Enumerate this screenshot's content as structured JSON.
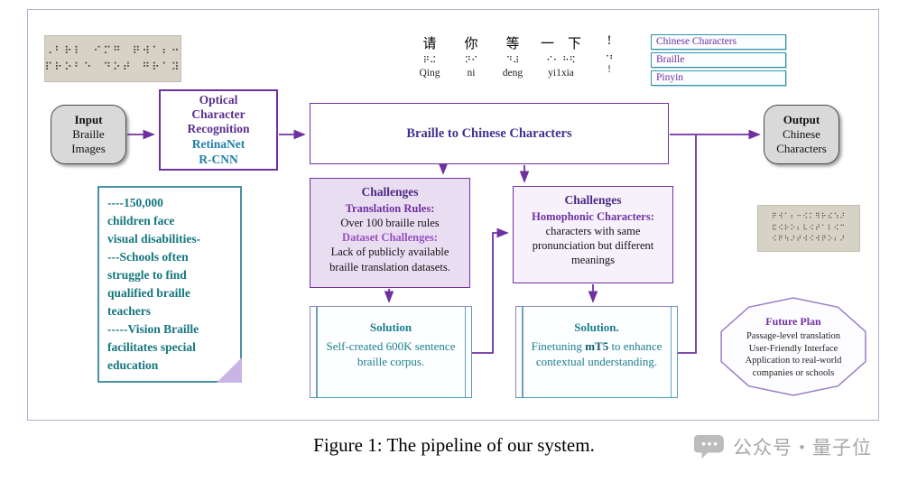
{
  "caption": "Figure 1: The pipeline of our system.",
  "watermark": "公众号・量子位",
  "colors": {
    "purple": "#7030a0",
    "deep_purple": "#44318f",
    "teal": "#17808a",
    "blue": "#1f7fa8",
    "magenta": "#9a4fc0"
  },
  "legend": {
    "items": [
      "Chinese Characters",
      "Braille",
      "Pinyin"
    ]
  },
  "example": {
    "columns": [
      {
        "cn": "请",
        "br": "⠟⠬",
        "py": "Qing"
      },
      {
        "cn": "你",
        "br": "⠝⠊",
        "py": "ni"
      },
      {
        "cn": "等",
        "br": "⠙⠼",
        "py": "deng"
      },
      {
        "cn": "一　下",
        "br": "⠊⠂ ⠓⠫",
        "py": "yi1xia"
      },
      {
        "cn": "!",
        "br": "⠐⠆",
        "py": "!"
      }
    ]
  },
  "braille_images": {
    "input_rows": [
      "⠠⠃⠗⠇⠀⠊⠍⠛⠀⠟⠺⠁⠆⠒",
      "⠏⠗⠕⠃⠑⠀⠙⠕⠞⠀⠛⠗⠁⠽"
    ],
    "output_rows": [
      "⠟⠺⠁⠆⠒⠪⠅⠻⠗⠮⠱⠜",
      "⠯⠪⠗⠕⠆⠧⠪⠞⠁⠇⠪⠉",
      "⠪⠟⠳⠜⠞⠺⠪⠺⠟⠕⠆⠜"
    ]
  },
  "pipeline": {
    "input_node": {
      "title": "Input",
      "line1": "Braille",
      "line2": "Images"
    },
    "ocr_node": {
      "title": "Optical Character Recognition",
      "model1": "RetinaNet",
      "model2": "R-CNN"
    },
    "main_node": {
      "label": "Braille to Chinese Characters"
    },
    "output_node": {
      "title": "Output",
      "line1": "Chinese",
      "line2": "Characters"
    }
  },
  "challenges_rules": {
    "title": "Challenges",
    "rule_label": "Translation Rules:",
    "rule_text": "Over 100 braille rules",
    "dataset_label": "Dataset Challenges:",
    "dataset_text": "Lack of publicly available braille translation datasets."
  },
  "challenges_homophonic": {
    "title": "Challenges",
    "label": "Homophonic Characters:",
    "text": "characters with same pronunciation but different meanings"
  },
  "solution_corpus": {
    "title": "Solution",
    "text": "Self-created 600K sentence braille corpus."
  },
  "solution_mt5": {
    "title": "Solution.",
    "pre": "Finetuning ",
    "model": "mT5",
    "post": " to enhance contextual understanding."
  },
  "note": {
    "lines": [
      "----150,000",
      "children  face",
      "visual disabilities-",
      "---Schools often",
      "struggle to find",
      "qualified braille",
      "teachers",
      "-----Vision Braille",
      "facilitates special",
      "education"
    ]
  },
  "future_plan": {
    "title": "Future Plan",
    "lines": [
      "Passage-level translation",
      "User-Friendly Interface",
      "Application to real-world",
      "companies or schools"
    ]
  }
}
